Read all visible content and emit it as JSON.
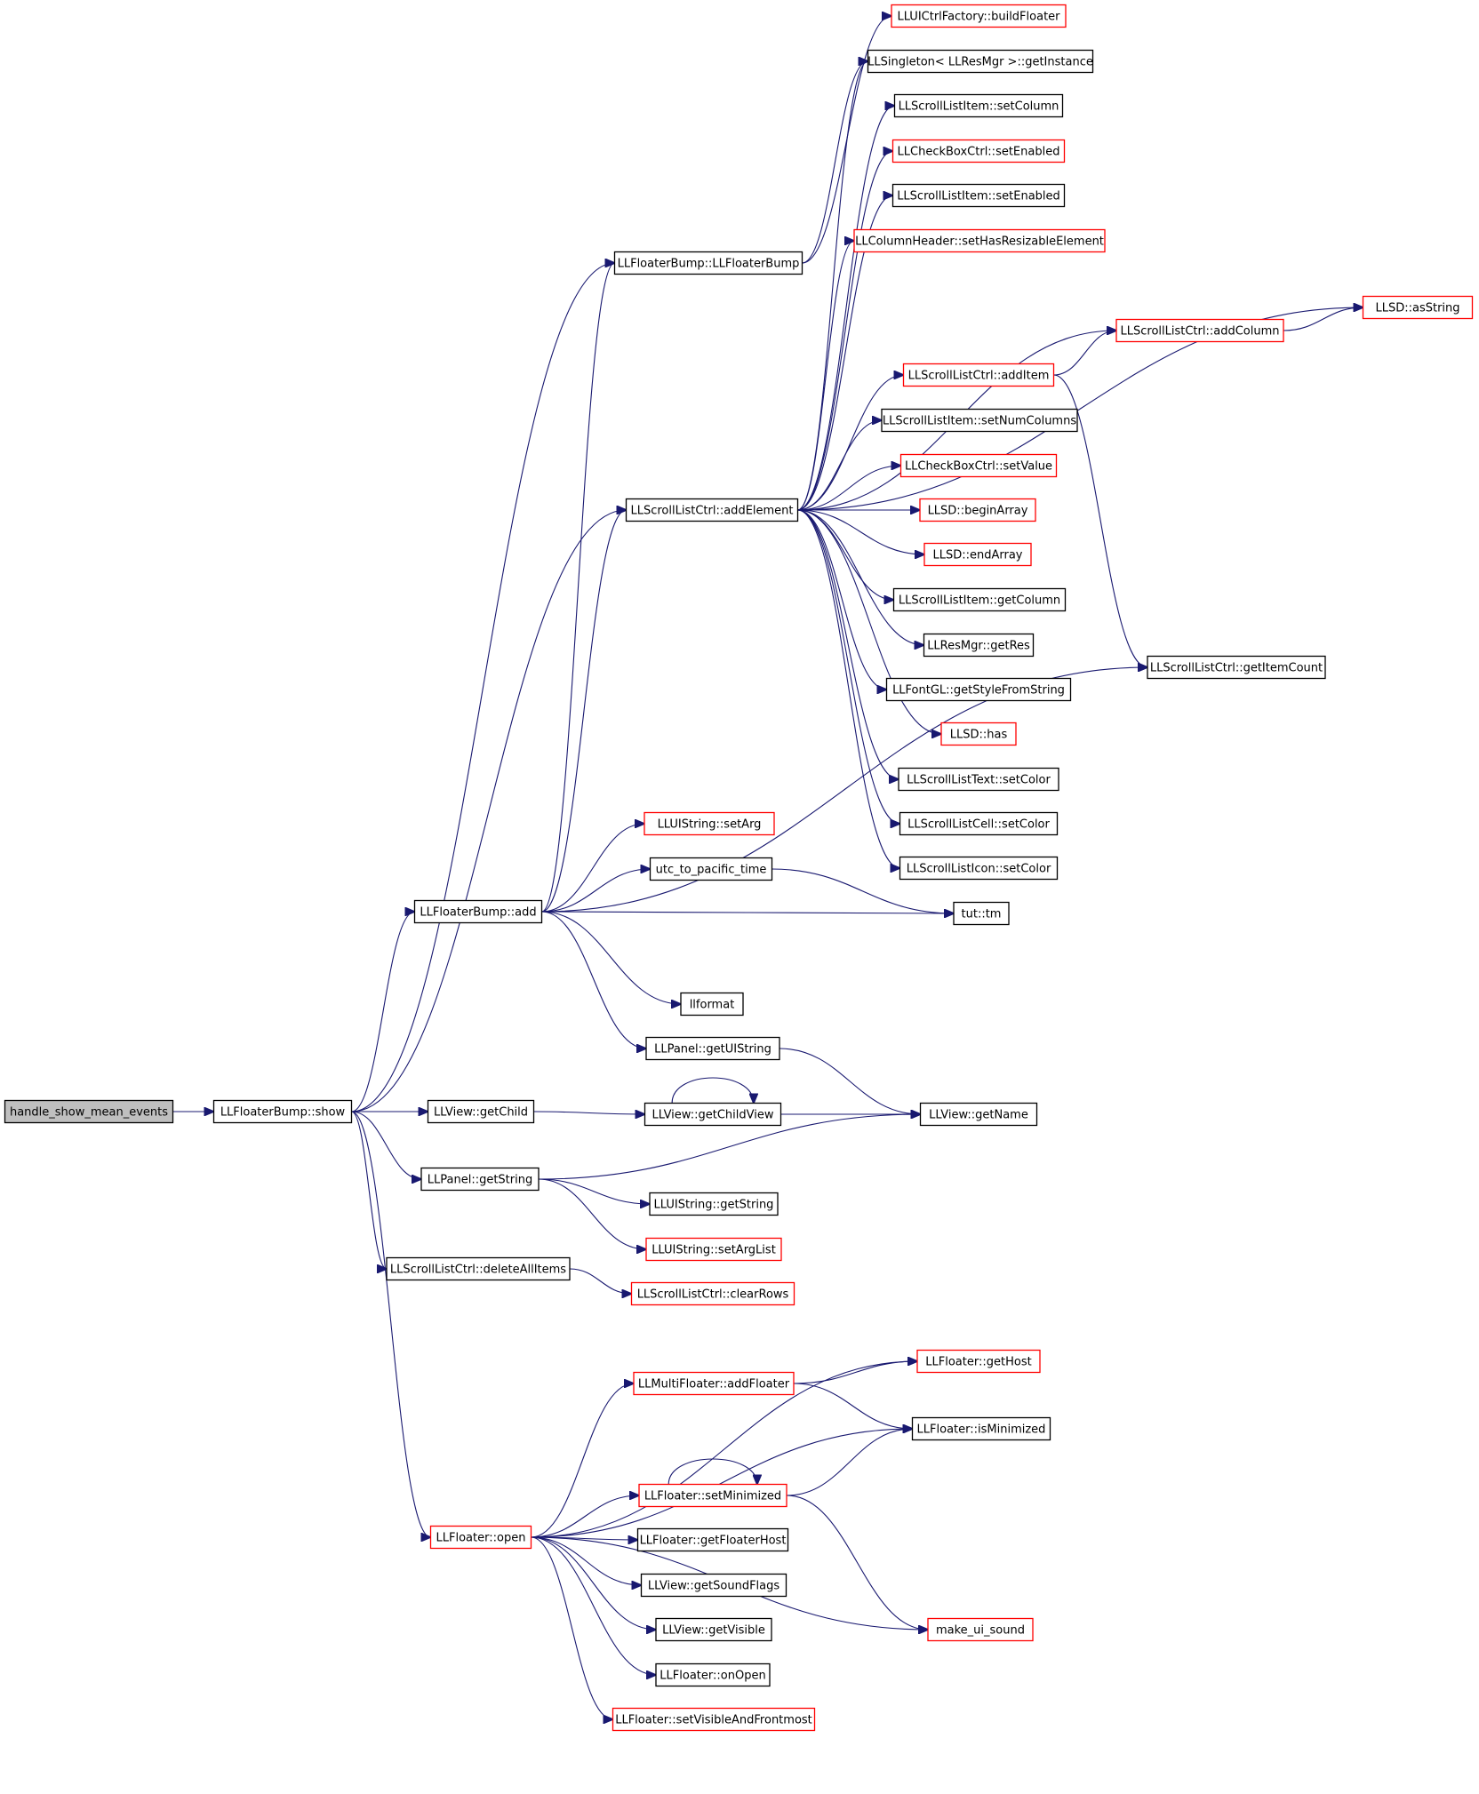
{
  "graph": {
    "colors": {
      "edge": "#191970",
      "root_fill": "#bfbfbf",
      "node_fill": "#ffffff",
      "normal_border": "#000000",
      "truncated_border": "#ff0000"
    },
    "nodes": [
      {
        "id": "handle_show_mean_events",
        "label": "handle_show_mean_events",
        "style": "root"
      },
      {
        "id": "LLFloaterBump_show",
        "label": "LLFloaterBump::show",
        "style": "normal"
      },
      {
        "id": "LLFloaterBump_LLFloaterBump",
        "label": "LLFloaterBump::LLFloaterBump",
        "style": "normal"
      },
      {
        "id": "LLScrollListCtrl_addElement",
        "label": "LLScrollListCtrl::addElement",
        "style": "normal"
      },
      {
        "id": "LLFloaterBump_add",
        "label": "LLFloaterBump::add",
        "style": "normal"
      },
      {
        "id": "LLView_getChild",
        "label": "LLView::getChild",
        "style": "normal"
      },
      {
        "id": "LLPanel_getString",
        "label": "LLPanel::getString",
        "style": "normal"
      },
      {
        "id": "LLScrollListCtrl_deleteAllItems",
        "label": "LLScrollListCtrl::deleteAllItems",
        "style": "normal"
      },
      {
        "id": "LLFloater_open",
        "label": "LLFloater::open",
        "style": "truncated"
      },
      {
        "id": "LLUICtrlFactory_buildFloater",
        "label": "LLUICtrlFactory::buildFloater",
        "style": "truncated"
      },
      {
        "id": "LLSingleton_getInstance",
        "label": "LLSingleton< LLResMgr >::getInstance",
        "style": "normal"
      },
      {
        "id": "LLScrollListItem_setColumn",
        "label": "LLScrollListItem::setColumn",
        "style": "normal"
      },
      {
        "id": "LLCheckBoxCtrl_setEnabled",
        "label": "LLCheckBoxCtrl::setEnabled",
        "style": "truncated"
      },
      {
        "id": "LLScrollListItem_setEnabled",
        "label": "LLScrollListItem::setEnabled",
        "style": "normal"
      },
      {
        "id": "LLColumnHeader_setHasResizableElement",
        "label": "LLColumnHeader::setHasResizableElement",
        "style": "truncated"
      },
      {
        "id": "LLSD_asString",
        "label": "LLSD::asString",
        "style": "truncated"
      },
      {
        "id": "LLScrollListCtrl_addColumn",
        "label": "LLScrollListCtrl::addColumn",
        "style": "truncated"
      },
      {
        "id": "LLScrollListCtrl_addItem",
        "label": "LLScrollListCtrl::addItem",
        "style": "truncated"
      },
      {
        "id": "LLScrollListItem_setNumColumns",
        "label": "LLScrollListItem::setNumColumns",
        "style": "normal"
      },
      {
        "id": "LLCheckBoxCtrl_setValue",
        "label": "LLCheckBoxCtrl::setValue",
        "style": "truncated"
      },
      {
        "id": "LLSD_beginArray",
        "label": "LLSD::beginArray",
        "style": "truncated"
      },
      {
        "id": "LLSD_endArray",
        "label": "LLSD::endArray",
        "style": "truncated"
      },
      {
        "id": "LLScrollListItem_getColumn",
        "label": "LLScrollListItem::getColumn",
        "style": "normal"
      },
      {
        "id": "LLResMgr_getRes",
        "label": "LLResMgr::getRes",
        "style": "normal"
      },
      {
        "id": "LLScrollListCtrl_getItemCount",
        "label": "LLScrollListCtrl::getItemCount",
        "style": "normal"
      },
      {
        "id": "LLFontGL_getStyleFromString",
        "label": "LLFontGL::getStyleFromString",
        "style": "normal"
      },
      {
        "id": "LLSD_has",
        "label": "LLSD::has",
        "style": "truncated"
      },
      {
        "id": "LLScrollListText_setColor",
        "label": "LLScrollListText::setColor",
        "style": "normal"
      },
      {
        "id": "LLScrollListCell_setColor",
        "label": "LLScrollListCell::setColor",
        "style": "normal"
      },
      {
        "id": "LLScrollListIcon_setColor",
        "label": "LLScrollListIcon::setColor",
        "style": "normal"
      },
      {
        "id": "LLUIString_setArg",
        "label": "LLUIString::setArg",
        "style": "truncated"
      },
      {
        "id": "utc_to_pacific_time",
        "label": "utc_to_pacific_time",
        "style": "normal"
      },
      {
        "id": "tut_tm",
        "label": "tut::tm",
        "style": "normal"
      },
      {
        "id": "llformat",
        "label": "llformat",
        "style": "normal"
      },
      {
        "id": "LLPanel_getUIString",
        "label": "LLPanel::getUIString",
        "style": "normal"
      },
      {
        "id": "LLView_getChildView",
        "label": "LLView::getChildView",
        "style": "normal"
      },
      {
        "id": "LLView_getName",
        "label": "LLView::getName",
        "style": "normal"
      },
      {
        "id": "LLUIString_getString",
        "label": "LLUIString::getString",
        "style": "normal"
      },
      {
        "id": "LLUIString_setArgList",
        "label": "LLUIString::setArgList",
        "style": "truncated"
      },
      {
        "id": "LLScrollListCtrl_clearRows",
        "label": "LLScrollListCtrl::clearRows",
        "style": "truncated"
      },
      {
        "id": "LLFloater_getHost",
        "label": "LLFloater::getHost",
        "style": "truncated"
      },
      {
        "id": "LLMultiFloater_addFloater",
        "label": "LLMultiFloater::addFloater",
        "style": "truncated"
      },
      {
        "id": "LLFloater_isMinimized",
        "label": "LLFloater::isMinimized",
        "style": "normal"
      },
      {
        "id": "LLFloater_setMinimized",
        "label": "LLFloater::setMinimized",
        "style": "truncated"
      },
      {
        "id": "LLFloater_getFloaterHost",
        "label": "LLFloater::getFloaterHost",
        "style": "normal"
      },
      {
        "id": "LLView_getSoundFlags",
        "label": "LLView::getSoundFlags",
        "style": "normal"
      },
      {
        "id": "LLView_getVisible",
        "label": "LLView::getVisible",
        "style": "normal"
      },
      {
        "id": "make_ui_sound",
        "label": "make_ui_sound",
        "style": "truncated"
      },
      {
        "id": "LLFloater_onOpen",
        "label": "LLFloater::onOpen",
        "style": "normal"
      },
      {
        "id": "LLFloater_setVisibleAndFrontmost",
        "label": "LLFloater::setVisibleAndFrontmost",
        "style": "truncated"
      }
    ],
    "edges": [
      [
        "handle_show_mean_events",
        "LLFloaterBump_show"
      ],
      [
        "LLFloaterBump_show",
        "LLFloaterBump_LLFloaterBump"
      ],
      [
        "LLFloaterBump_show",
        "LLScrollListCtrl_addElement"
      ],
      [
        "LLFloaterBump_show",
        "LLFloaterBump_add"
      ],
      [
        "LLFloaterBump_show",
        "LLView_getChild"
      ],
      [
        "LLFloaterBump_show",
        "LLPanel_getString"
      ],
      [
        "LLFloaterBump_show",
        "LLScrollListCtrl_deleteAllItems"
      ],
      [
        "LLFloaterBump_show",
        "LLFloater_open"
      ],
      [
        "LLFloaterBump_LLFloaterBump",
        "LLUICtrlFactory_buildFloater"
      ],
      [
        "LLFloaterBump_LLFloaterBump",
        "LLSingleton_getInstance"
      ],
      [
        "LLScrollListCtrl_addElement",
        "LLSingleton_getInstance"
      ],
      [
        "LLScrollListCtrl_addElement",
        "LLScrollListItem_setColumn"
      ],
      [
        "LLScrollListCtrl_addElement",
        "LLCheckBoxCtrl_setEnabled"
      ],
      [
        "LLScrollListCtrl_addElement",
        "LLScrollListItem_setEnabled"
      ],
      [
        "LLScrollListCtrl_addElement",
        "LLColumnHeader_setHasResizableElement"
      ],
      [
        "LLScrollListCtrl_addElement",
        "LLSD_asString"
      ],
      [
        "LLScrollListCtrl_addElement",
        "LLScrollListCtrl_addColumn"
      ],
      [
        "LLScrollListCtrl_addElement",
        "LLScrollListCtrl_addItem"
      ],
      [
        "LLScrollListCtrl_addElement",
        "LLScrollListItem_setNumColumns"
      ],
      [
        "LLScrollListCtrl_addElement",
        "LLCheckBoxCtrl_setValue"
      ],
      [
        "LLScrollListCtrl_addElement",
        "LLSD_beginArray"
      ],
      [
        "LLScrollListCtrl_addElement",
        "LLSD_endArray"
      ],
      [
        "LLScrollListCtrl_addElement",
        "LLScrollListItem_getColumn"
      ],
      [
        "LLScrollListCtrl_addElement",
        "LLResMgr_getRes"
      ],
      [
        "LLScrollListCtrl_addElement",
        "LLFontGL_getStyleFromString"
      ],
      [
        "LLScrollListCtrl_addElement",
        "LLSD_has"
      ],
      [
        "LLScrollListCtrl_addElement",
        "LLScrollListText_setColor"
      ],
      [
        "LLScrollListCtrl_addElement",
        "LLScrollListCell_setColor"
      ],
      [
        "LLScrollListCtrl_addElement",
        "LLScrollListIcon_setColor"
      ],
      [
        "LLScrollListCtrl_addColumn",
        "LLSD_asString"
      ],
      [
        "LLScrollListCtrl_addItem",
        "LLScrollListCtrl_addColumn"
      ],
      [
        "LLScrollListCtrl_addItem",
        "LLScrollListCtrl_getItemCount"
      ],
      [
        "LLFloaterBump_add",
        "LLFloaterBump_LLFloaterBump"
      ],
      [
        "LLFloaterBump_add",
        "LLScrollListCtrl_addElement"
      ],
      [
        "LLFloaterBump_add",
        "LLUIString_setArg"
      ],
      [
        "LLFloaterBump_add",
        "utc_to_pacific_time"
      ],
      [
        "LLFloaterBump_add",
        "tut_tm"
      ],
      [
        "LLFloaterBump_add",
        "LLScrollListCtrl_getItemCount"
      ],
      [
        "LLFloaterBump_add",
        "llformat"
      ],
      [
        "LLFloaterBump_add",
        "LLPanel_getUIString"
      ],
      [
        "utc_to_pacific_time",
        "tut_tm"
      ],
      [
        "LLPanel_getUIString",
        "LLView_getName"
      ],
      [
        "LLView_getChild",
        "LLView_getChildView"
      ],
      [
        "LLView_getChildView",
        "LLView_getChildView"
      ],
      [
        "LLView_getChildView",
        "LLView_getName"
      ],
      [
        "LLPanel_getString",
        "LLView_getName"
      ],
      [
        "LLPanel_getString",
        "LLUIString_getString"
      ],
      [
        "LLPanel_getString",
        "LLUIString_setArgList"
      ],
      [
        "LLScrollListCtrl_deleteAllItems",
        "LLScrollListCtrl_clearRows"
      ],
      [
        "LLFloater_open",
        "LLFloater_getHost"
      ],
      [
        "LLFloater_open",
        "LLMultiFloater_addFloater"
      ],
      [
        "LLFloater_open",
        "LLFloater_isMinimized"
      ],
      [
        "LLFloater_open",
        "LLFloater_setMinimized"
      ],
      [
        "LLFloater_open",
        "LLFloater_getFloaterHost"
      ],
      [
        "LLFloater_open",
        "LLView_getSoundFlags"
      ],
      [
        "LLFloater_open",
        "LLView_getVisible"
      ],
      [
        "LLFloater_open",
        "LLFloater_onOpen"
      ],
      [
        "LLFloater_open",
        "LLFloater_setVisibleAndFrontmost"
      ],
      [
        "LLFloater_open",
        "make_ui_sound"
      ],
      [
        "LLMultiFloater_addFloater",
        "LLFloater_getHost"
      ],
      [
        "LLMultiFloater_addFloater",
        "LLFloater_isMinimized"
      ],
      [
        "LLFloater_setMinimized",
        "LLFloater_setMinimized"
      ],
      [
        "LLFloater_setMinimized",
        "LLFloater_isMinimized"
      ],
      [
        "LLFloater_setMinimized",
        "make_ui_sound"
      ]
    ]
  }
}
